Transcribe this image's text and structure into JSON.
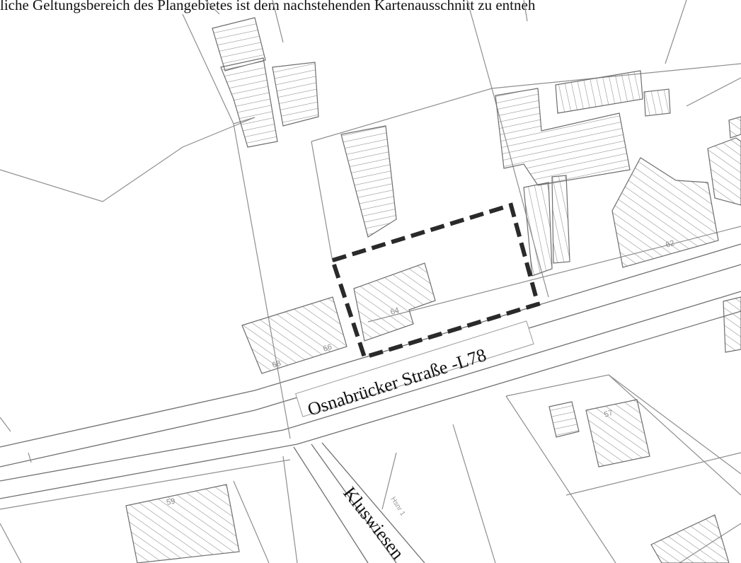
{
  "caption": "liche Geltungsbereich des Plangebietes ist dem nachstehenden Kartenausschnitt zu entneh",
  "streets": {
    "main": "Osnabrücker Straße  -L78",
    "side": "Kluswiesen"
  },
  "house_numbers": [
    "68",
    "66",
    "64",
    "62",
    "57",
    "59"
  ],
  "small_labels": [
    "Hsnr 1"
  ],
  "colors": {
    "boundary": "#2a2a2a",
    "lines": "#8e8e8e",
    "hatch": "#8a8a8a",
    "background": "#ffffff"
  }
}
